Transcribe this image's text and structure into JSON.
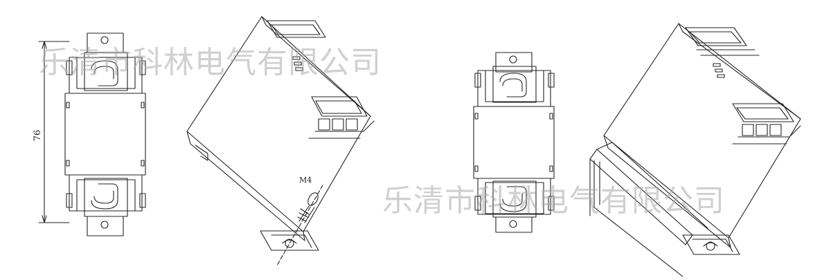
{
  "watermark_text": "乐清市科林电气有限公司",
  "dimension_label": "76",
  "screw_label": "M4",
  "line_color": "#222222",
  "watermark_color": "#aaaaaa"
}
